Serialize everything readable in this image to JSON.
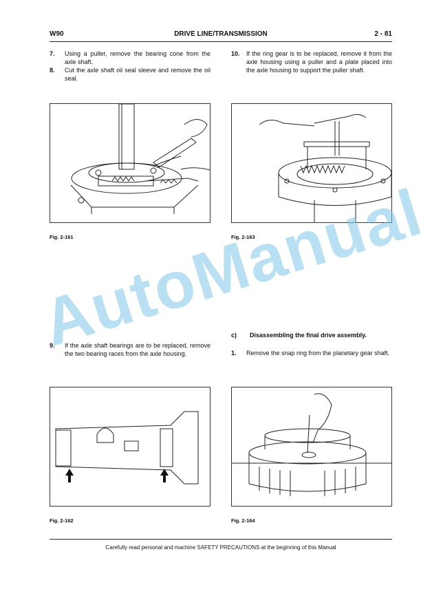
{
  "header": {
    "model": "W90",
    "section": "DRIVE LINE/TRANSMISSION",
    "page": "2 - 81"
  },
  "left_top_steps": [
    {
      "num": "7.",
      "text": "Using a puller, remove the bearing cone from the axle shaft."
    },
    {
      "num": "8.",
      "text": "Cut the axle shaft oil seal sleeve and remove the oil seal."
    }
  ],
  "right_top_steps": [
    {
      "num": "10.",
      "text": "If the ring gear is to be replaced, remove it from the axle housing using a puller and a plate placed  into the axle housing to support the puller shaft."
    }
  ],
  "left_bottom_steps": [
    {
      "num": "9.",
      "text": "If  the axle shaft bearings are to be replaced, remove the two bearing races from the axle housing."
    }
  ],
  "section_c": {
    "num": "c)",
    "title": "Disassembling the final drive assembly."
  },
  "right_bottom_steps": [
    {
      "num": "1.",
      "text": "Remove the snap  ring from the planetary gear shaft."
    }
  ],
  "figures": {
    "fig161": "Fig. 2-161",
    "fig163": "Fig. 2-163",
    "fig162": "Fig. 2-162",
    "fig164": "Fig. 2-164"
  },
  "footer": "Carefully read personal and machine SAFETY PRECAUTIONS at the beginning of this Manual",
  "watermark": {
    "text": "AutoManual",
    "color": "#7fc6e8"
  }
}
